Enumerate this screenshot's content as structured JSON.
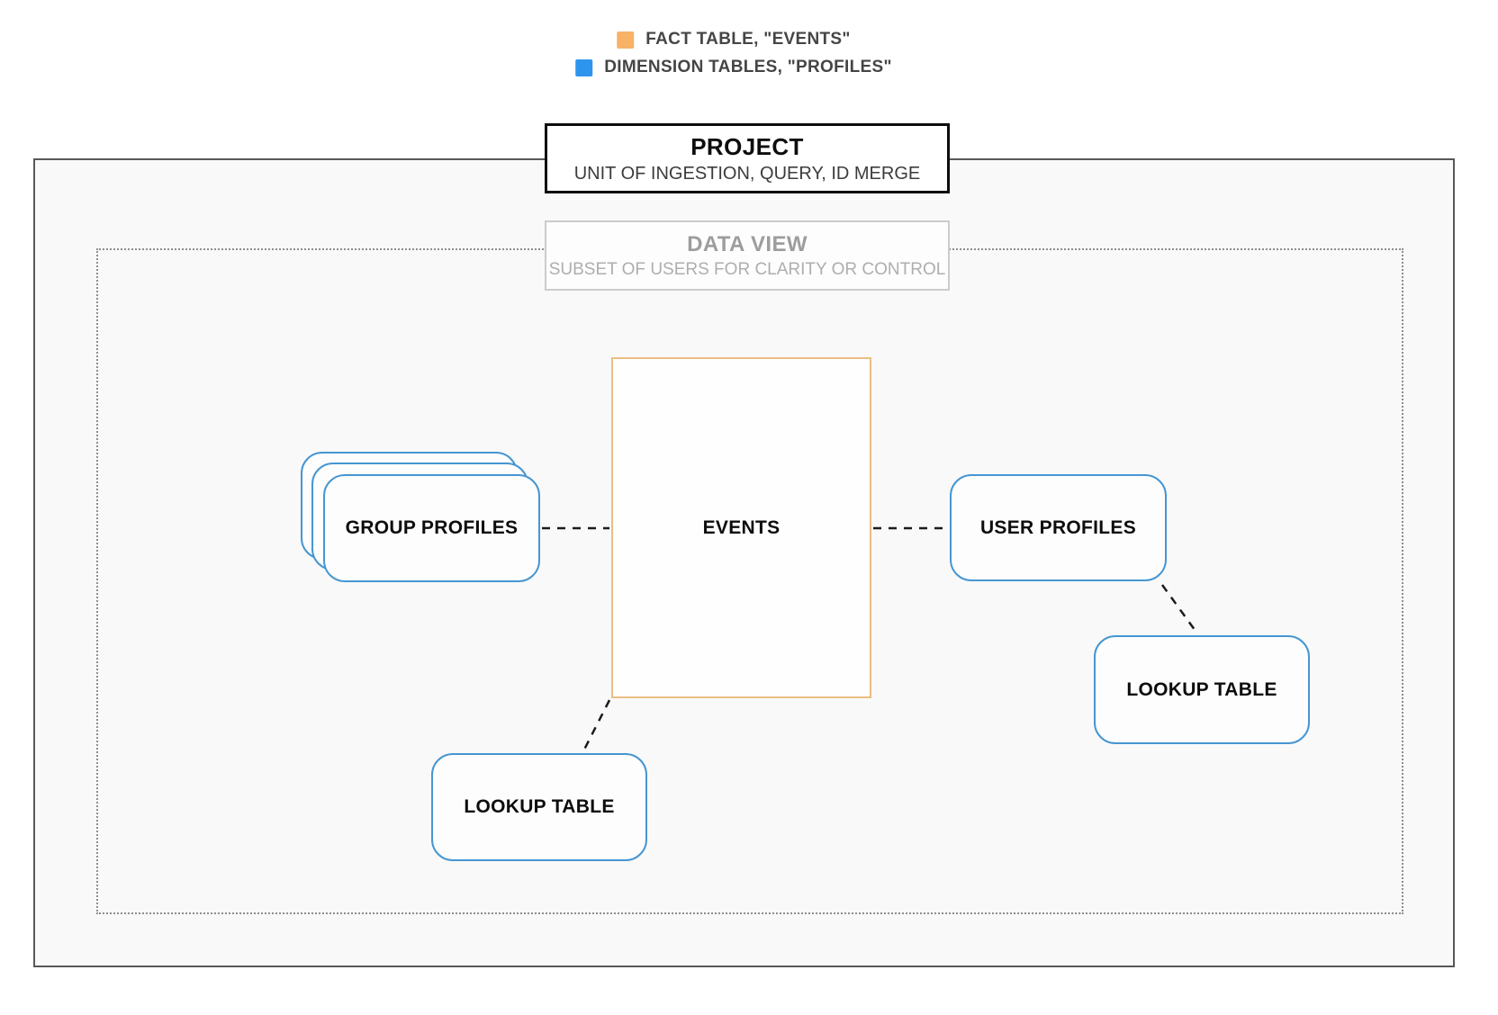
{
  "legend": {
    "items": [
      {
        "name": "fact-table-events",
        "label": "FACT TABLE, \"EVENTS\"",
        "color": "#f7b267"
      },
      {
        "name": "dimension-tables-profiles",
        "label": "DIMENSION TABLES, \"PROFILES\"",
        "color": "#2e95ef"
      }
    ]
  },
  "project_box": {
    "title": "PROJECT",
    "subtitle": "UNIT OF INGESTION, QUERY, ID MERGE"
  },
  "data_view_box": {
    "title": "DATA VIEW",
    "subtitle": "SUBSET OF USERS FOR CLARITY OR CONTROL"
  },
  "nodes": {
    "events": {
      "label": "EVENTS",
      "role": "fact table"
    },
    "group_profiles": {
      "label": "GROUP PROFILES",
      "role": "dimension table"
    },
    "user_profiles": {
      "label": "USER PROFILES",
      "role": "dimension table"
    },
    "lookup_table_bottom": {
      "label": "LOOKUP TABLE",
      "role": "dimension table"
    },
    "lookup_table_right": {
      "label": "LOOKUP TABLE",
      "role": "dimension table"
    }
  },
  "edges": [
    {
      "from": "group_profiles",
      "to": "events",
      "style": "dashed"
    },
    {
      "from": "events",
      "to": "user_profiles",
      "style": "dashed"
    },
    {
      "from": "user_profiles",
      "to": "lookup_table_right",
      "style": "dashed"
    },
    {
      "from": "events",
      "to": "lookup_table_bottom",
      "style": "dashed"
    }
  ],
  "colors": {
    "fact_accent": "#f7b267",
    "fact_border": "#eabd82",
    "dimension_accent": "#2e95ef",
    "dimension_border": "#4696d2",
    "outer_border": "#585858",
    "dotted_border": "#8e8e8e",
    "connector": "#1b1b1b"
  }
}
